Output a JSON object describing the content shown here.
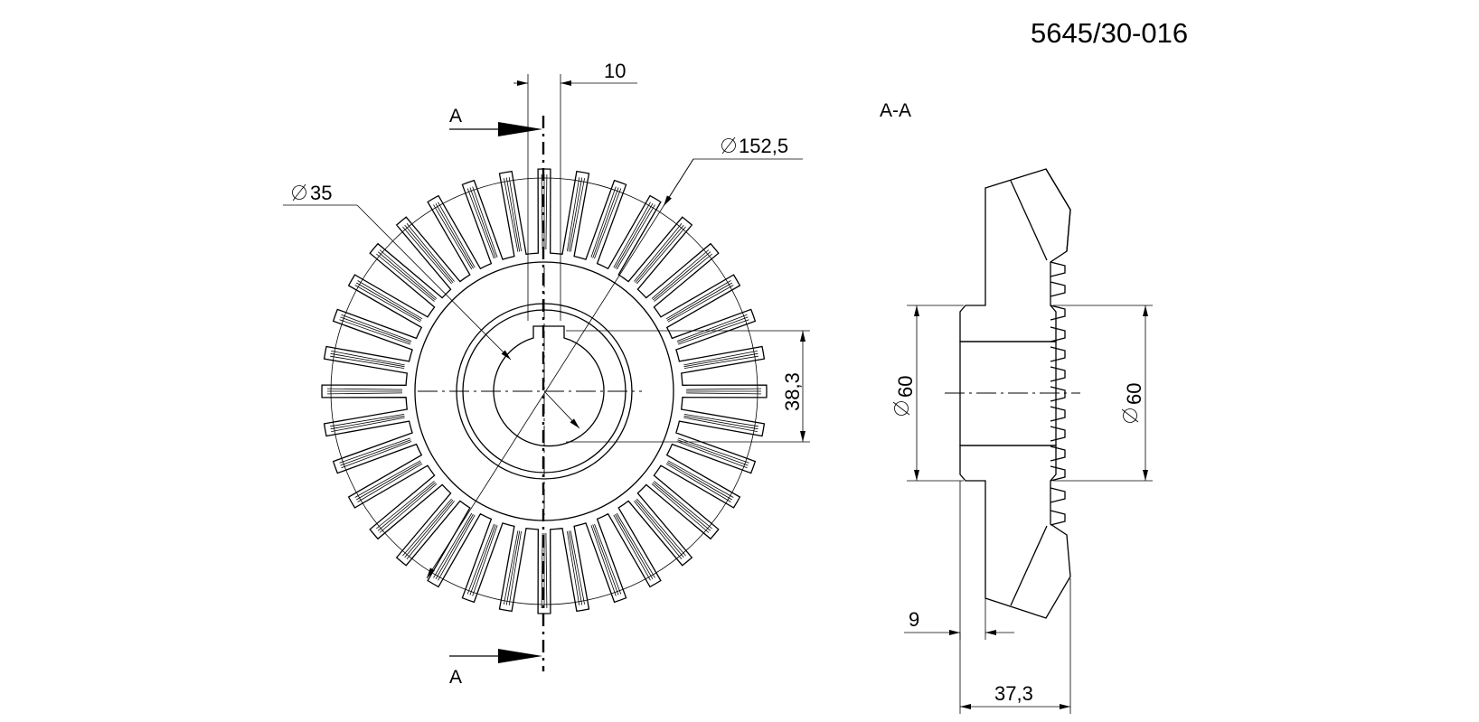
{
  "drawing": {
    "part_number": "5645/30-016",
    "section_title": "A-A",
    "section_marks": {
      "top": "A",
      "bottom": "A"
    },
    "dimensions": {
      "keyway_width": "10",
      "outer_diameter": "152,5",
      "bore_diameter": "35",
      "key_height": "38,3",
      "hub_diameter_left": "60",
      "hub_diameter_right": "60",
      "hub_offset": "9",
      "total_width": "37,3"
    },
    "symbols": {
      "diameter": "diameter-symbol"
    },
    "gear": {
      "teeth": 36
    }
  }
}
